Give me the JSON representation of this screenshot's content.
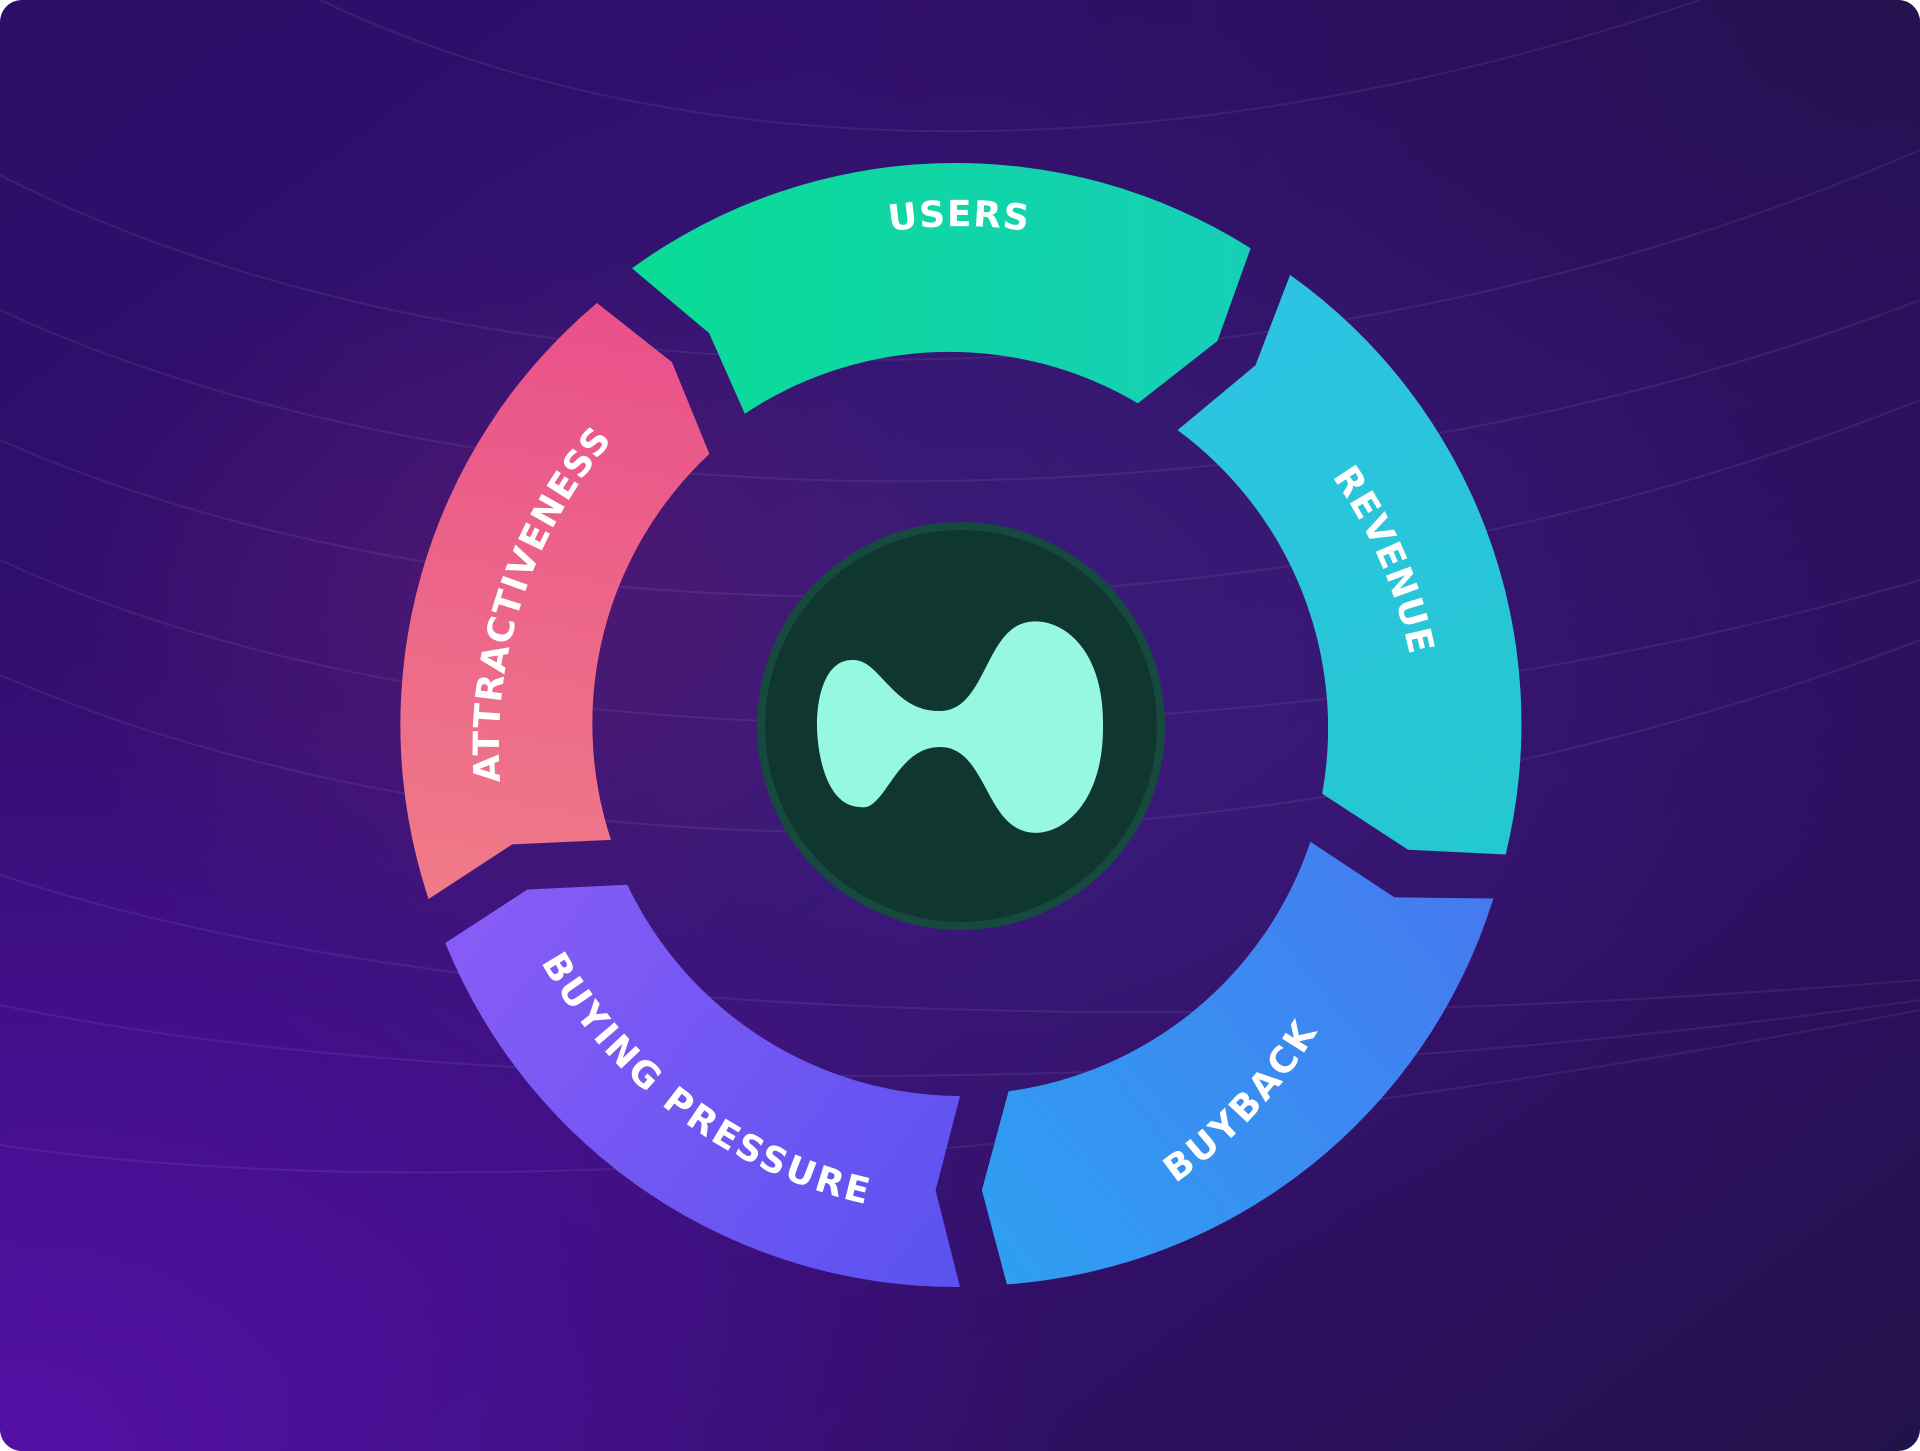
{
  "diagram": {
    "segments": [
      {
        "id": "users",
        "label": "USERS",
        "color_start": "#0ADC95",
        "color_end": "#16CFB8"
      },
      {
        "id": "revenue",
        "label": "REVENUE",
        "color_start": "#2EC3E6",
        "color_end": "#24C8CF"
      },
      {
        "id": "buyback",
        "label": "BUYBACK",
        "color_start": "#2EA0F2",
        "color_end": "#4679F0"
      },
      {
        "id": "buying-pressure",
        "label": "BUYING PRESSURE",
        "color_start": "#8A5CF6",
        "color_end": "#5A52F0"
      },
      {
        "id": "attractiveness",
        "label": "ATTRACTIVENESS",
        "color_start": "#F07A88",
        "color_end": "#E9508A"
      }
    ],
    "center_logo": {
      "icon": "hourglass-wave-logo-icon",
      "circle_color": "#10372F",
      "border_color": "#174A3E",
      "glyph_color": "#96F8E0"
    },
    "background": {
      "color_start": "#2B0E67",
      "color_mid": "#3A0E78",
      "color_bottom_left": "#5410A8",
      "color_top_right": "#22124A",
      "corner_tone": "#ffffff"
    }
  }
}
